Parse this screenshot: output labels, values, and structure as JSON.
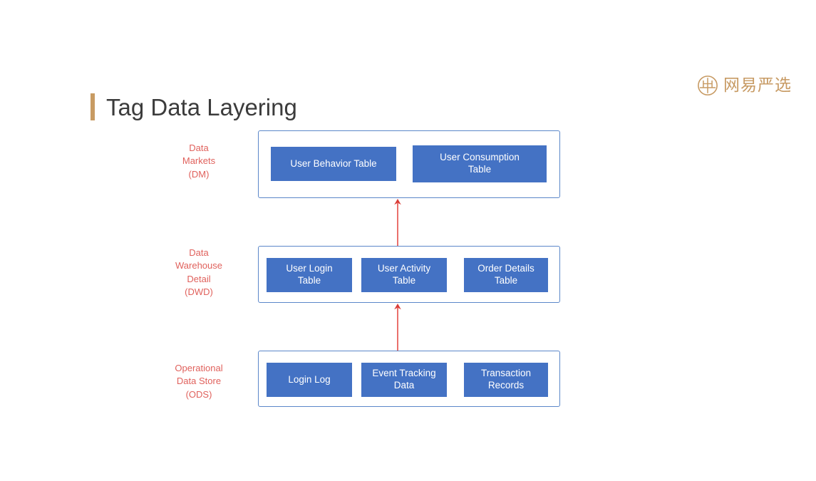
{
  "brand": {
    "emblem_icon": "netease-yanxuan-circle-emblem-icon",
    "text": "网易严选",
    "color": "#C79A63"
  },
  "header": {
    "title": "Tag Data Layering",
    "accent_color": "#C89B63",
    "title_color": "#3B3B3B"
  },
  "diagram": {
    "type": "layered-architecture",
    "box_color": "#4472C4",
    "container_border_color": "#5B87C9",
    "label_color": "#E0615C",
    "arrow_color": "#E8615C",
    "layers": [
      {
        "id": "dm",
        "label": "Data\nMarkets\n(DM)",
        "label_lines": [
          "Data",
          "Markets",
          "(DM)"
        ],
        "boxes": [
          {
            "label": "User Behavior Table"
          },
          {
            "label": "User Consumption\nTable",
            "lines": [
              "User Consumption",
              "Table"
            ]
          }
        ]
      },
      {
        "id": "dwd",
        "label": "Data\nWarehouse\nDetail\n(DWD)",
        "label_lines": [
          "Data",
          "Warehouse",
          "Detail",
          "(DWD)"
        ],
        "boxes": [
          {
            "label": "User Login\nTable",
            "lines": [
              "User Login",
              "Table"
            ]
          },
          {
            "label": "User Activity\nTable",
            "lines": [
              "User Activity",
              "Table"
            ]
          },
          {
            "label": "Order Details\nTable",
            "lines": [
              "Order Details",
              "Table"
            ]
          }
        ]
      },
      {
        "id": "ods",
        "label": "Operational\nData Store\n(ODS)",
        "label_lines": [
          "Operational",
          "Data Store",
          "(ODS)"
        ],
        "boxes": [
          {
            "label": "Login Log"
          },
          {
            "label": "Event Tracking\nData",
            "lines": [
              "Event Tracking",
              "Data"
            ]
          },
          {
            "label": "Transaction\nRecords",
            "lines": [
              "Transaction",
              "Records"
            ]
          }
        ]
      }
    ],
    "arrows": [
      {
        "id": "ods-to-dwd",
        "from": "ods",
        "to": "dwd",
        "direction": "up"
      },
      {
        "id": "dwd-to-dm",
        "from": "dwd",
        "to": "dm",
        "direction": "up"
      }
    ]
  }
}
